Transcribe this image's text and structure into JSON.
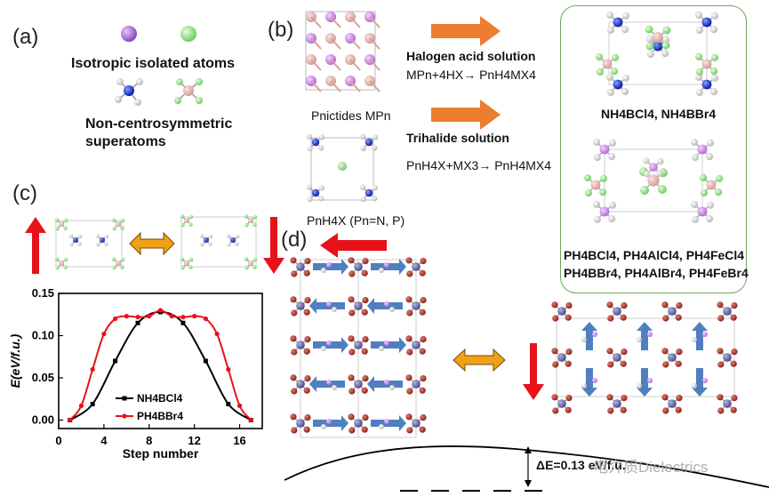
{
  "panels": {
    "a": "(a)",
    "b": "(b)",
    "c": "(c)",
    "d": "(d)"
  },
  "a": {
    "isotropic_label": "Isotropic isolated atoms",
    "noncentro_label_1": "Non-centrosymmetric",
    "noncentro_label_2": "superatoms"
  },
  "b": {
    "halogen_title": "Halogen acid solution",
    "halogen_eq": "MPn+4HX→ PnH4MX4",
    "pnictides": "Pnictides MPn",
    "trihalide_title": "Trihalide solution",
    "trihalide_eq": "PnH4X+MX3→ PnH4MX4",
    "pnh4x": "PnH4X (Pn=N, P)",
    "nh4_list": "NH4BCl4, NH4BBr4",
    "ph4_list_1": "PH4BCl4, PH4AlCl4, PH4FeCl4",
    "ph4_list_2": "PH4BBr4, PH4AlBr4, PH4FeBr4"
  },
  "d": {
    "delta_e": "ΔE=0.13 eV/f.u."
  },
  "watermark": "电介质Dielectrics",
  "colors": {
    "nh4_series": "#000000",
    "ph4_series": "#e8121a",
    "arrow_orange": "#ed7d31",
    "arrow_red": "#e8121a",
    "arrow_blue": "#4f7fbf",
    "box_green": "#6fa75a"
  },
  "chart_data": {
    "type": "line",
    "xlabel": "Step number",
    "ylabel": "E(eV/f.u.)",
    "xlim": [
      0,
      18
    ],
    "ylim": [
      -0.01,
      0.15
    ],
    "x_ticks": [
      0,
      4,
      8,
      12,
      16
    ],
    "y_ticks": [
      0.0,
      0.05,
      0.1,
      0.15
    ],
    "legend_position": "bottom-center",
    "series": [
      {
        "name": "NH4BCl4",
        "x": [
          1,
          3,
          5,
          7,
          9,
          11,
          13,
          15,
          17
        ],
        "y": [
          0.0,
          0.019,
          0.07,
          0.115,
          0.128,
          0.115,
          0.07,
          0.019,
          0.0
        ]
      },
      {
        "name": "PH4BBr4",
        "x": [
          1,
          2,
          3,
          4,
          5,
          6,
          7,
          8,
          9,
          10,
          11,
          12,
          13,
          14,
          15,
          16,
          17
        ],
        "y": [
          0.0,
          0.017,
          0.06,
          0.102,
          0.12,
          0.123,
          0.122,
          0.123,
          0.13,
          0.123,
          0.122,
          0.123,
          0.12,
          0.102,
          0.06,
          0.017,
          0.0
        ]
      }
    ]
  }
}
